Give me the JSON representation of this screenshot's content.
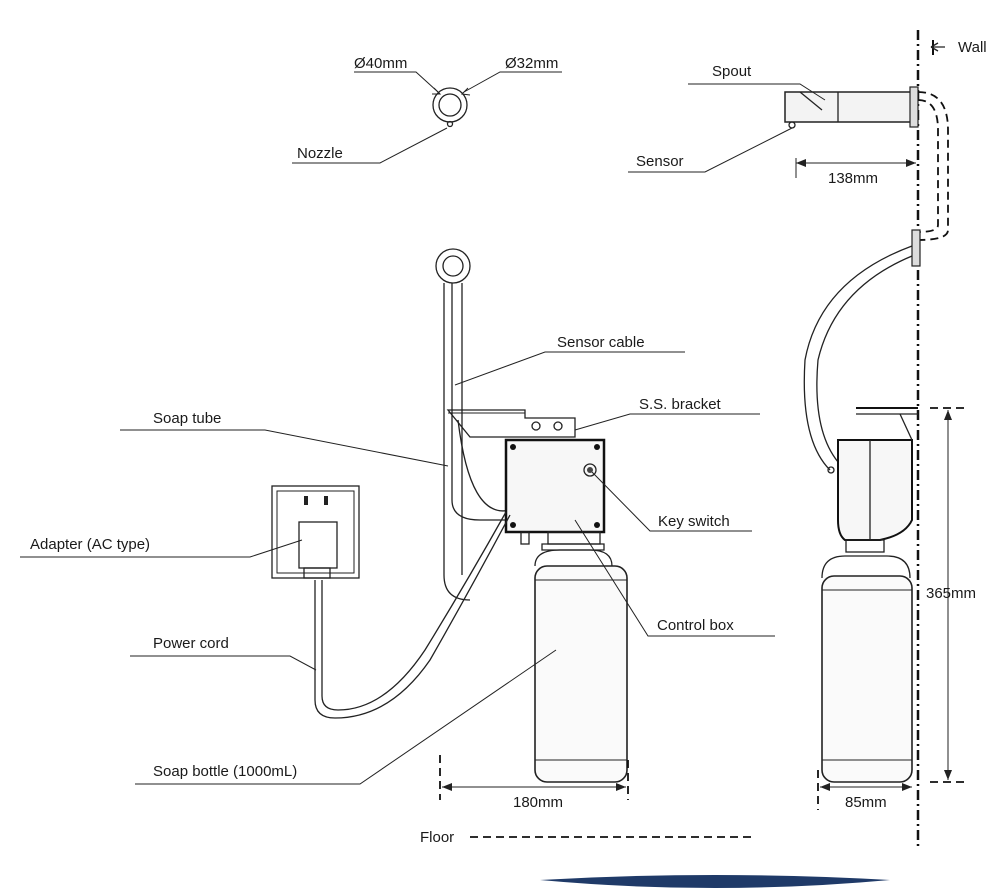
{
  "labels": {
    "wall": "Wall",
    "spout": "Spout",
    "sensor": "Sensor",
    "dim_138": "138mm",
    "nozzle": "Nozzle",
    "dia_40": "Ø40mm",
    "dia_32": "Ø32mm",
    "sensor_cable": "Sensor cable",
    "ss_bracket": "S.S. bracket",
    "soap_tube": "Soap tube",
    "key_switch": "Key switch",
    "adapter": "Adapter (AC type)",
    "control_box": "Control box",
    "power_cord": "Power cord",
    "soap_bottle": "Soap bottle (1000mL)",
    "dim_180": "180mm",
    "dim_365": "365mm",
    "dim_85": "85mm",
    "floor": "Floor"
  },
  "colors": {
    "line": "#222222",
    "footer_bar": "#1f3a68"
  }
}
